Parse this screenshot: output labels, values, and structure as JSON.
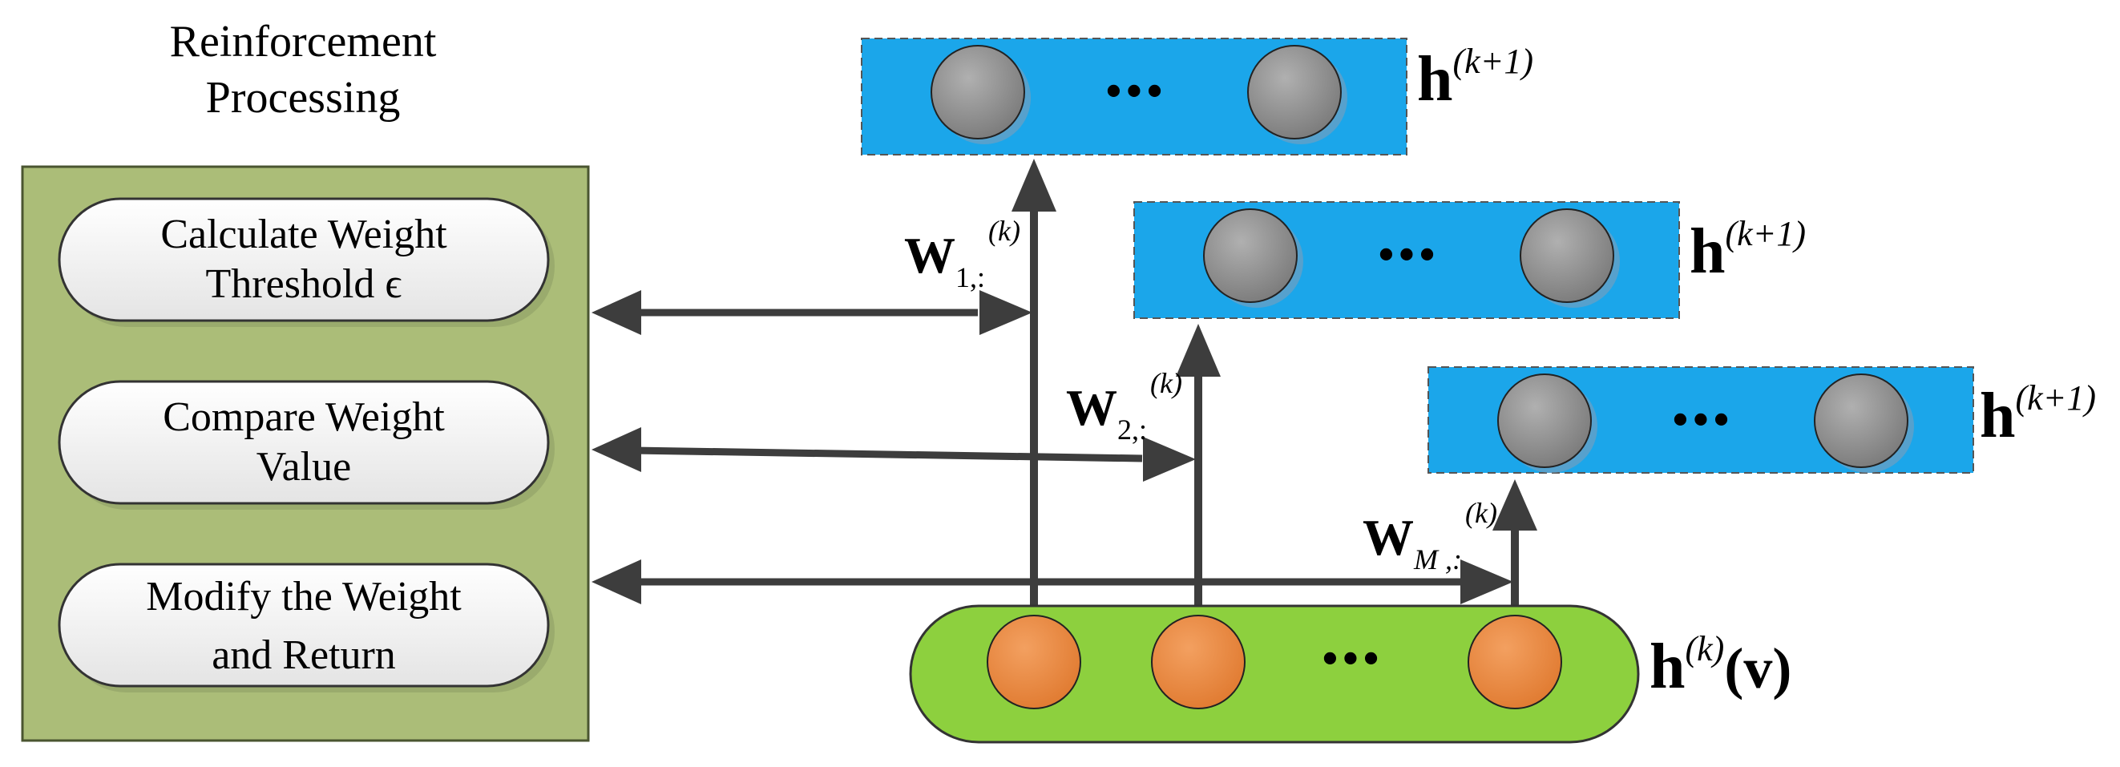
{
  "panel": {
    "title_line1": "Reinforcement",
    "title_line2": "Processing",
    "steps": [
      {
        "line1": "Calculate Weight",
        "line2": "Threshold ϵ"
      },
      {
        "line1": "Compare Weight",
        "line2": "Value"
      },
      {
        "line1": "Modify the Weight",
        "line2": "and Return"
      }
    ]
  },
  "hidden_layers": [
    {
      "label_base": "h",
      "label_sup": "(k+1)",
      "ellipsis": "•••"
    },
    {
      "label_base": "h",
      "label_sup": "(k+1)",
      "ellipsis": "•••"
    },
    {
      "label_base": "h",
      "label_sup": "(k+1)",
      "ellipsis": "•••"
    }
  ],
  "input_layer": {
    "label_base": "h",
    "label_sup": "(k)",
    "label_tail": "(v)",
    "ellipsis": "•••"
  },
  "weights": [
    {
      "base": "W",
      "sub": "1,:",
      "sup": "(k)"
    },
    {
      "base": "W",
      "sub": "2,:",
      "sup": "(k)"
    },
    {
      "base": "W",
      "sub": "M ,:",
      "sup": "(k)"
    }
  ],
  "colors": {
    "panel_fill": "#abbd78",
    "panel_stroke": "#4a5530",
    "layer_fill": "#1ba6ea",
    "layer_stroke": "#555555",
    "node_gray": "#8e8e8e",
    "input_fill": "#8dd03e",
    "node_orange": "#ec8a45",
    "arrow": "#3d3d3d"
  }
}
